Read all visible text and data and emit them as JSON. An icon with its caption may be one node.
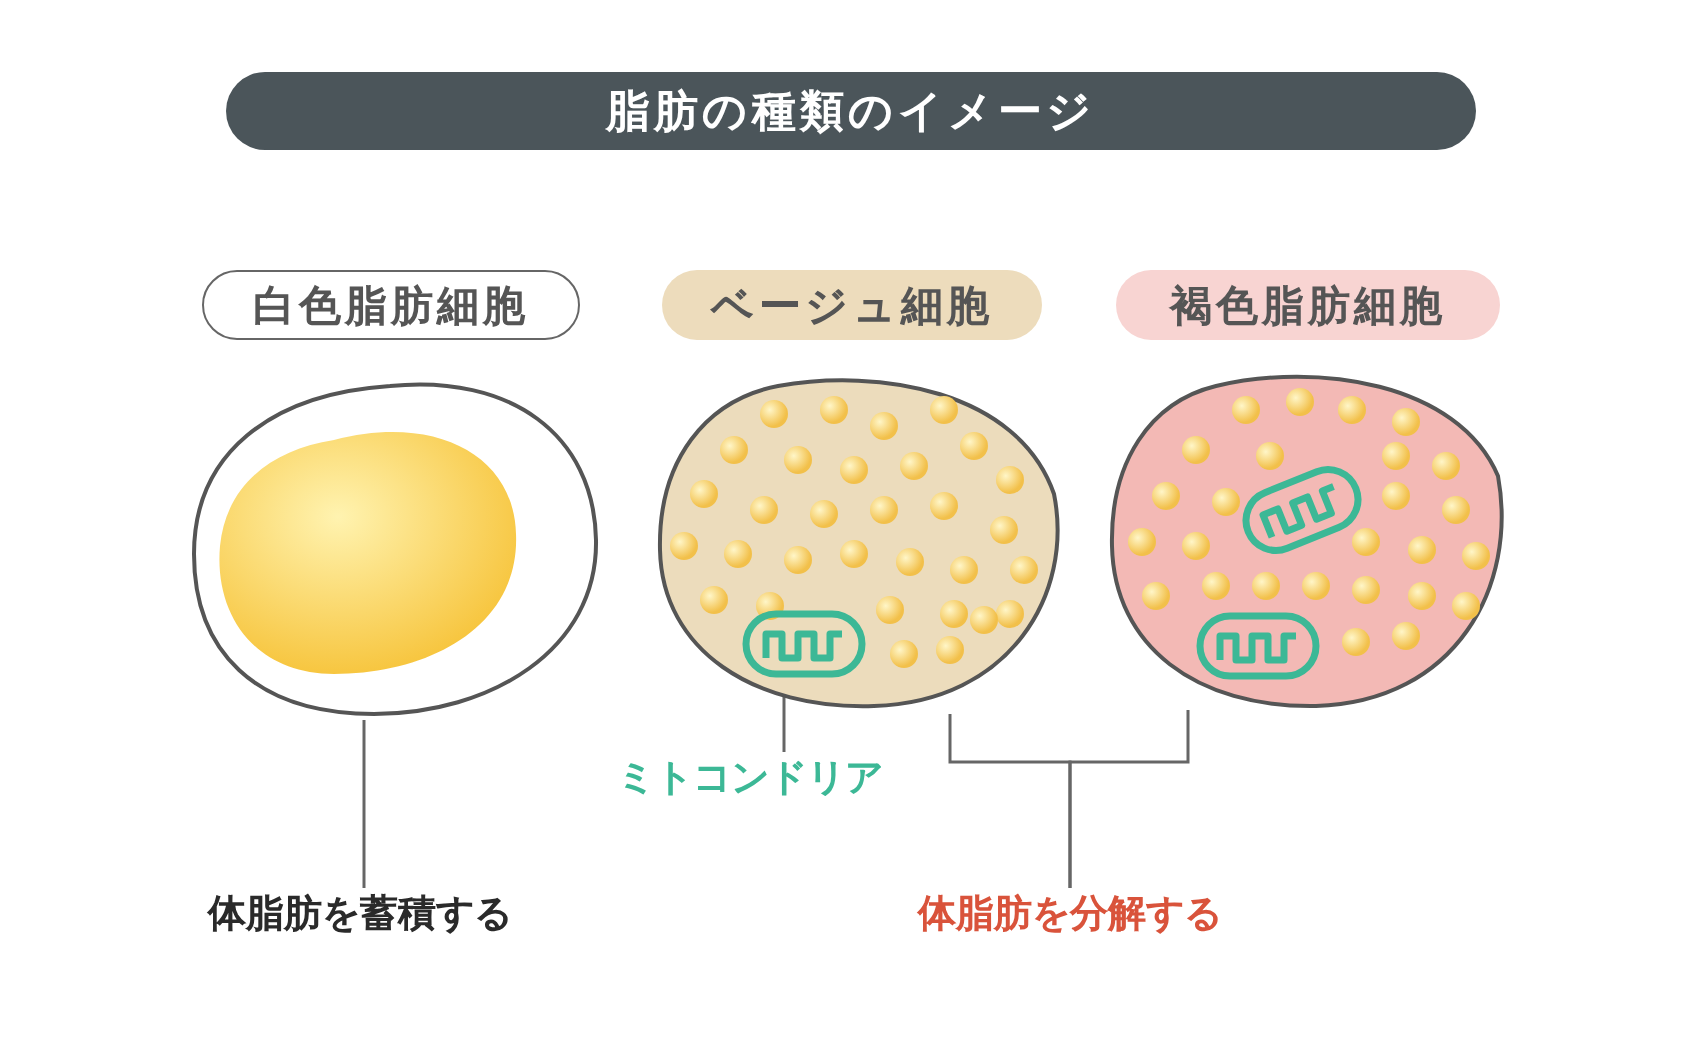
{
  "diagram": {
    "title": "脂肪の種類のイメージ",
    "nodes": [
      {
        "text": [
          "白色脂肪細胞"
        ]
      },
      {
        "text": [
          "ベージュ細胞"
        ]
      },
      {
        "text": [
          "褐色脂肪細胞"
        ]
      },
      {
        "text": [],
        "shape": "cell"
      },
      {
        "text": [],
        "shape": "cell"
      },
      {
        "text": [],
        "shape": "cell"
      },
      {
        "text": [],
        "shape": "picture",
        "in": 4
      },
      {
        "text": [],
        "shape": "picture",
        "in": 5
      },
      {
        "text": [],
        "shape": "picture",
        "in": 5
      },
      {
        "text": [
          "ミトコンドリア"
        ]
      },
      {
        "text": [
          "体脂肪を蓄積する"
        ]
      },
      {
        "text": [
          "体脂肪を分解する"
        ]
      }
    ],
    "edges": [
      {
        "from": 9,
        "to": 6,
        "arrow": "none"
      },
      {
        "from": 3,
        "to": 10,
        "arrow": "none"
      },
      {
        "from": 4,
        "to": 11,
        "arrow": "none"
      },
      {
        "from": 5,
        "to": 11,
        "arrow": "none"
      }
    ]
  }
}
